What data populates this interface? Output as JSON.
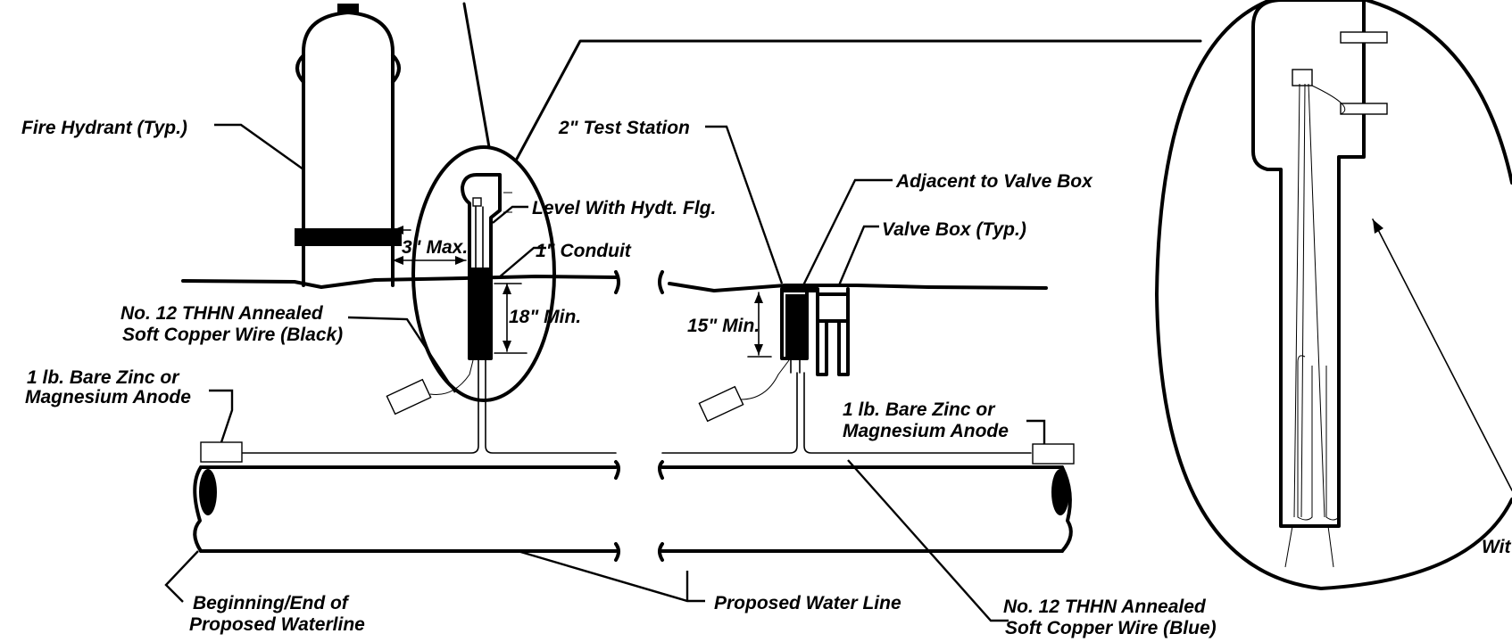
{
  "labels": {
    "fire_hydrant": "Fire Hydrant (Typ.)",
    "test_station": "2\" Test Station",
    "level_with": "Level With Hydt. Flg.",
    "three_max": "3\" Max.",
    "conduit": "1\" Conduit",
    "adjacent": "Adjacent to Valve Box",
    "valve_box": "Valve Box (Typ.)",
    "black_wire_l1": "No. 12 THHN Annealed",
    "black_wire_l2": "Soft Copper Wire (Black)",
    "eighteen_min": "18\" Min.",
    "fifteen_min": "15\" Min.",
    "anode_left_l1": "1 lb. Bare Zinc or",
    "anode_left_l2": "Magnesium Anode",
    "anode_right_l1": "1 lb. Bare Zinc or",
    "anode_right_l2": "Magnesium Anode",
    "beginning_l1": "Beginning/End of",
    "beginning_l2": "Proposed Waterline",
    "proposed_line": "Proposed Water Line",
    "blue_wire_l1": "No. 12 THHN Annealed",
    "blue_wire_l2": "Soft Copper Wire (Blue)",
    "cut_off": "Wit"
  }
}
